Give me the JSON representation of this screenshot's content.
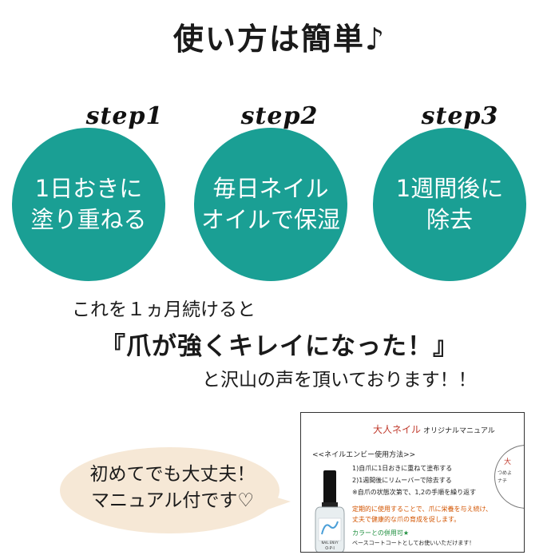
{
  "title": "使い方は簡単♪",
  "steps": [
    {
      "label": "step1",
      "text_line1": "1日おきに",
      "text_line2": "塗り重ねる"
    },
    {
      "label": "step2",
      "text_line1": "毎日ネイル",
      "text_line2": "オイルで保湿"
    },
    {
      "label": "step3",
      "text_line1": "1週間後に",
      "text_line2": "除去"
    }
  ],
  "result": {
    "line1": "これを１ヵ月続けると",
    "line2": "『爪が強くキレイになった！』",
    "line3": "と沢山の声を頂いております！！"
  },
  "bubble": {
    "line1": "初めてでも大丈夫！",
    "line2": "マニュアル付です♡"
  },
  "manual": {
    "brand": "大人ネイル",
    "subtitle": "オリジナルマニュアル",
    "usage_title": "<<ネイルエンビー使用方法>>",
    "steps": [
      "1)自爪に1日おきに重ねて塗布する",
      "2)1週間後にリムーバーで除去する"
    ],
    "note": "※自爪の状態次第で、1,2の手順を繰り返す",
    "highlight_line1": "定期的に使用することで、爪に栄養を与え続け、",
    "highlight_line2": "丈夫で健康的な爪の育成を促します。",
    "color_note": "カラーとの併用可★",
    "base_coat_note": "ベースコートコートとしてお使いいただけます！",
    "arc_red": "大",
    "arc_text1": "つめよ",
    "arc_text2": "ナチ",
    "bottle_brand": "O·P·I",
    "bottle_label": "NAIL ENVY"
  },
  "colors": {
    "teal": "#1a9f94",
    "bubble": "#f6e8d6",
    "brand_red": "#c0392b",
    "orange": "#d35400",
    "green": "#1e8e3e"
  }
}
